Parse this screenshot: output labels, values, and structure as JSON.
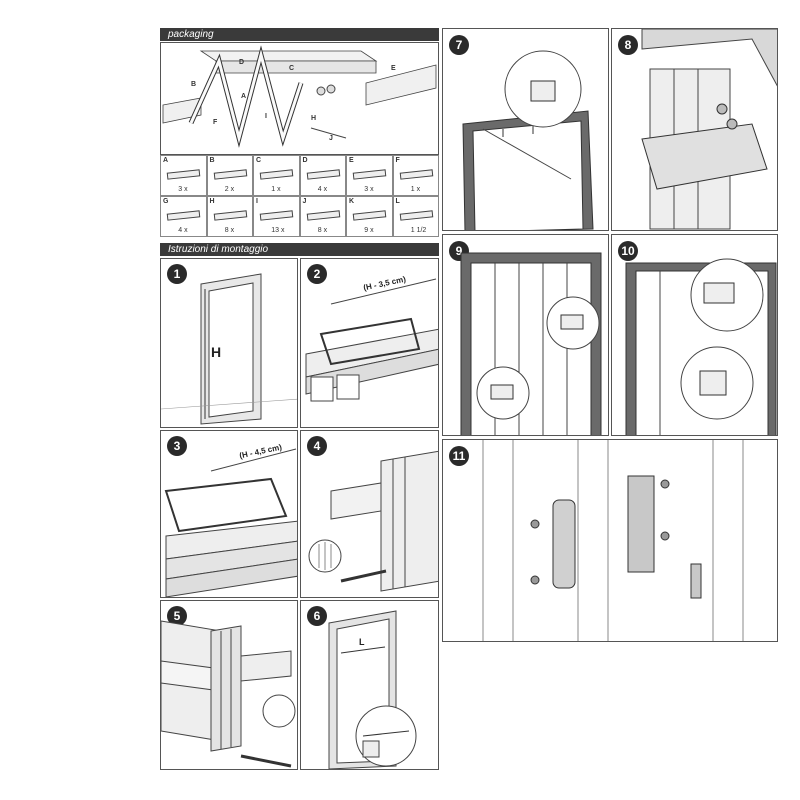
{
  "sections": {
    "packaging_title": "packaging",
    "assembly_title": "Istruzioni di montaggio"
  },
  "packaging_callouts": [
    "A",
    "B",
    "C",
    "D",
    "E",
    "F",
    "G",
    "H",
    "I",
    "J",
    "K",
    "L"
  ],
  "parts": [
    {
      "letter": "A",
      "qty": "3 x"
    },
    {
      "letter": "B",
      "qty": "2 x"
    },
    {
      "letter": "C",
      "qty": "1 x"
    },
    {
      "letter": "D",
      "qty": "4 x"
    },
    {
      "letter": "E",
      "qty": "3 x"
    },
    {
      "letter": "F",
      "qty": "1 x"
    },
    {
      "letter": "G",
      "qty": "4 x"
    },
    {
      "letter": "H",
      "qty": "8 x"
    },
    {
      "letter": "I",
      "qty": "13 x"
    },
    {
      "letter": "J",
      "qty": "8 x"
    },
    {
      "letter": "K",
      "qty": "9 x"
    },
    {
      "letter": "L",
      "qty": "1 1/2"
    }
  ],
  "steps": [
    {
      "num": "1",
      "label": "H"
    },
    {
      "num": "2",
      "label": "(H - 3,5 cm)"
    },
    {
      "num": "3",
      "label": "(H - 4,5 cm)"
    },
    {
      "num": "4",
      "label": ""
    },
    {
      "num": "5",
      "label": ""
    },
    {
      "num": "6",
      "label": "L"
    },
    {
      "num": "7",
      "label": ""
    },
    {
      "num": "8",
      "label": ""
    },
    {
      "num": "9",
      "label": ""
    },
    {
      "num": "10",
      "label": ""
    },
    {
      "num": "11",
      "label": ""
    }
  ],
  "colors": {
    "bar": "#3a3a3a",
    "frame": "#555555",
    "line": "#444444"
  }
}
